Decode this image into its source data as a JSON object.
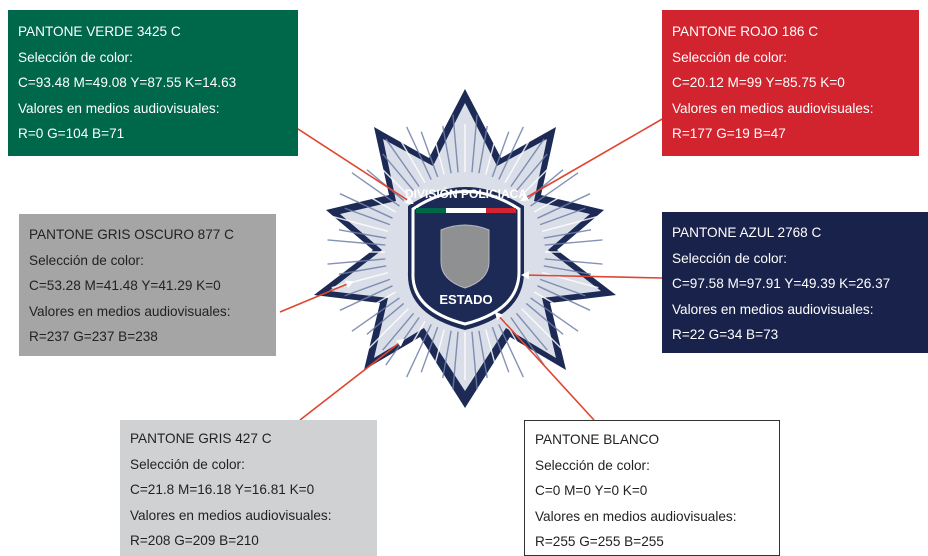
{
  "badge": {
    "top_text": "DIVISIÓN POLICIACA",
    "bottom_text": "ESTADO"
  },
  "colors": {
    "verde": "#00684a",
    "rojo": "#d1242f",
    "gris_oscuro": "#a5a5a6",
    "azul": "#19224a",
    "gris_427": "#d0d1d2",
    "blanco": "#ffffff",
    "leader_line": "#e0452f",
    "badge_navy": "#1d2a55",
    "badge_silver": "#d9dee8",
    "shield_gray": "#8e9092"
  },
  "cards": [
    {
      "id": "verde",
      "title": "PANTONE VERDE 3425 C",
      "subtitle": "Selección de color:",
      "cmyk": "C=93.48 M=49.08 Y=87.55 K=14.63",
      "rgb_label": "Valores en medios audiovisuales:",
      "rgb": "R=0 G=104 B=71"
    },
    {
      "id": "rojo",
      "title": "PANTONE ROJO 186 C",
      "subtitle": "Selección de color:",
      "cmyk": "C=20.12 M=99 Y=85.75 K=0",
      "rgb_label": "Valores en medios audiovisuales:",
      "rgb": "R=177 G=19 B=47"
    },
    {
      "id": "oscuro",
      "title": "PANTONE GRIS OSCURO 877 C",
      "subtitle": "Selección de color:",
      "cmyk": "C=53.28 M=41.48 Y=41.29 K=0",
      "rgb_label": "Valores en medios audiovisuales:",
      "rgb": "R=237 G=237 B=238"
    },
    {
      "id": "azul",
      "title": "PANTONE AZUL 2768 C",
      "subtitle": "Selección de color:",
      "cmyk": "C=97.58 M=97.91 Y=49.39 K=26.37",
      "rgb_label": "Valores en medios audiovisuales:",
      "rgb": "R=22 G=34 B=73"
    },
    {
      "id": "427",
      "title": "PANTONE GRIS 427 C",
      "subtitle": "Selección de color:",
      "cmyk": "C=21.8 M=16.18 Y=16.81 K=0",
      "rgb_label": "Valores en medios audiovisuales:",
      "rgb": "R=208 G=209 B=210"
    },
    {
      "id": "blanco",
      "title": "PANTONE BLANCO",
      "subtitle": "Selección de color:",
      "cmyk": "C=0 M=0 Y=0 K=0",
      "rgb_label": "Valores en medios audiovisuales:",
      "rgb": "R=255 G=255 B=255"
    }
  ]
}
